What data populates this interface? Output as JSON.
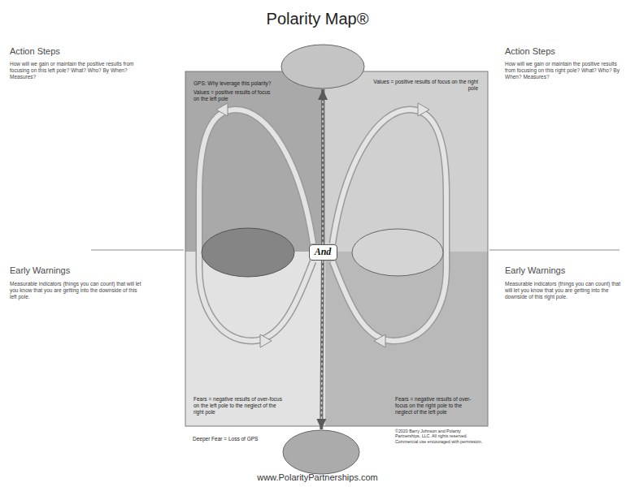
{
  "diagram": {
    "title": "Polarity Map®",
    "caption": "www.PolarityPartnerships.com",
    "nodes": [
      {
        "text": [
          "GPS: Why leverage this polarity?"
        ]
      },
      {
        "text": [
          "Values = positive results of focus on the left pole"
        ]
      },
      {
        "text": [
          "Values = positive results of focus on the right pole"
        ]
      },
      {
        "text": [
          "And"
        ]
      },
      {
        "text": [
          "Fears = negative results of over-focus on the left pole to the neglect of the right pole"
        ]
      },
      {
        "text": [
          "Fears = negative results of over-focus on the right pole to the neglect of the left pole"
        ]
      },
      {
        "text": [
          "Deeper Fear = Loss of GPS"
        ]
      }
    ],
    "edges": [
      {
        "from": 3,
        "to": 0,
        "arrow": "to"
      },
      {
        "from": 3,
        "to": 6,
        "arrow": "to"
      }
    ],
    "labels": [
      "Action Steps",
      "How will we gain or maintain the positive results from focusing on this left pole? What? Who? By When? Measures?",
      "Action Steps",
      "How will we gain or maintain the positive results from focusing on this right pole? What? Who? By When? Measures?",
      "Early Warnings",
      "Measurable indicators (things you can count) that will let you know that you are getting into the downside of this left pole.",
      "Early Warnings",
      "Measurable indicators (things you can count) that will let you know that you are getting into the downside of this right pole.",
      "©2020 Barry Johnson and Polarity Partnerships, LLC. All rights reserved. Commercial use encouraged with permission."
    ]
  }
}
